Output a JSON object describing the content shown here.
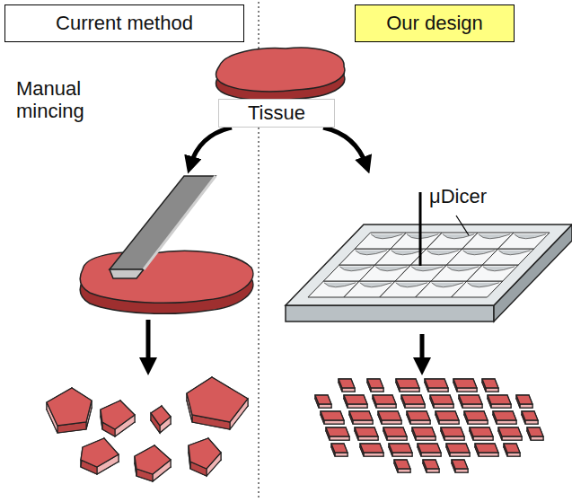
{
  "diagram": {
    "nodes": [
      {
        "text": [
          "Current method"
        ]
      },
      {
        "text": [
          "Our design"
        ]
      },
      {
        "text": [
          "Tissue"
        ]
      }
    ],
    "labels": [
      "Manual mincing",
      "μDicer"
    ]
  }
}
